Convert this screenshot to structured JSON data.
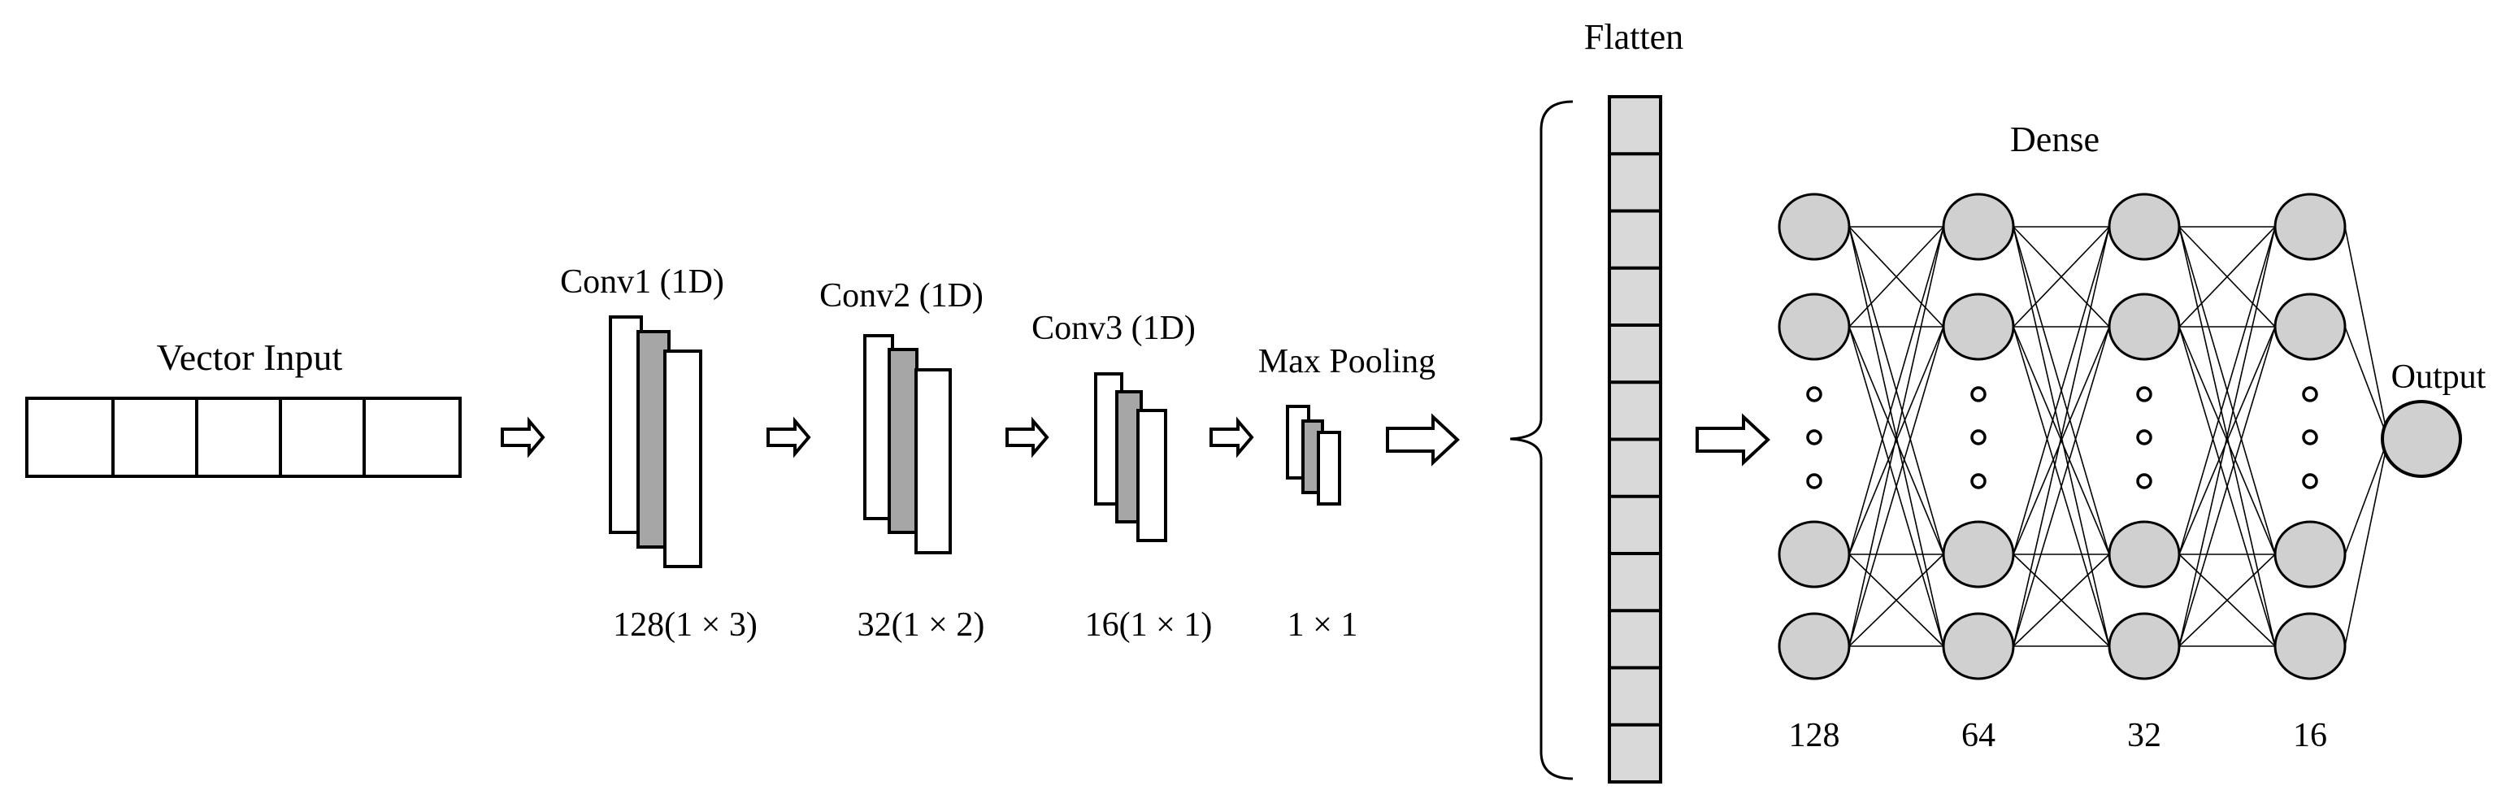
{
  "labels": {
    "vector_input": "Vector Input",
    "conv1": "Conv1 (1D)",
    "conv2": "Conv2 (1D)",
    "conv3": "Conv3 (1D)",
    "max_pooling": "Max Pooling",
    "flatten": "Flatten",
    "dense": "Dense",
    "output": "Output"
  },
  "dims": {
    "conv1": "128(1 × 3)",
    "conv2": "32(1 × 2)",
    "conv3": "16(1 × 1)",
    "max_pooling": "1 × 1"
  },
  "dense_units": [
    "128",
    "64",
    "32",
    "16"
  ],
  "colors": {
    "stroke": "#000000",
    "conv_fill_light": "#ffffff",
    "conv_fill_dark": "#a6a6a6",
    "flatten_fill": "#d9d9d9",
    "node_fill": "#d0d0d0",
    "arrow_fill": "#ffffff"
  }
}
